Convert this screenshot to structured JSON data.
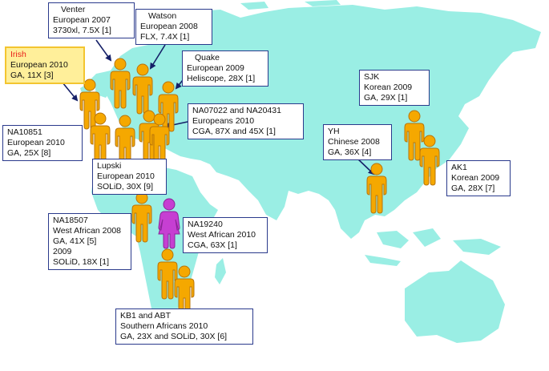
{
  "colors": {
    "ocean": "#ffffff",
    "land": "#9aeee4",
    "male": "#f5a800",
    "male_outline": "#b8740a",
    "female": "#c63fd2",
    "border": "#2a3a8c",
    "arrow": "#152068",
    "highlight_bg": "#ffef9a",
    "highlight_border": "#f3c530",
    "highlight_name": "#e8201a"
  },
  "icons": {
    "male": "person-icon",
    "female": "female-person-icon"
  },
  "genomes": {
    "venter": {
      "name": "Venter",
      "line1": "European 2007",
      "line2": "3730xl, 7.5X [1]"
    },
    "watson": {
      "name": "Watson",
      "line1": "European 2008",
      "line2": "FLX, 7.4X [1]"
    },
    "irish": {
      "name": "Irish",
      "line1": "European 2010",
      "line2": "GA, 11X [3]"
    },
    "quake": {
      "name": "Quake",
      "line1": "European 2009",
      "line2": "Heliscope, 28X [1]"
    },
    "na07022": {
      "name": "NA07022 and NA20431",
      "line1": "Europeans 2010",
      "line2": "CGA, 87X and 45X [1]"
    },
    "na10851": {
      "name": "NA10851",
      "line1": "European 2010",
      "line2": "GA, 25X [8]"
    },
    "lupski": {
      "name": "Lupski",
      "line1": "European 2010",
      "line2": "SOLiD, 30X [9]"
    },
    "sjk": {
      "name": "SJK",
      "line1": "Korean  2009",
      "line2": "GA, 29X [1]"
    },
    "yh": {
      "name": "YH",
      "line1": "Chinese 2008",
      "line2": "GA, 36X [4]"
    },
    "ak1": {
      "name": "AK1",
      "line1": "Korean 2009",
      "line2": "GA, 28X [7]"
    },
    "na18507": {
      "name": "NA18507",
      "line1": "West African 2008",
      "line2": "GA, 41X [5]",
      "line3": "2009",
      "line4": "SOLiD, 18X [1]"
    },
    "na19240": {
      "name": "NA19240",
      "line1": "West African 2010",
      "line2": "CGA, 63X [1]"
    },
    "kb1": {
      "name": "KB1 and ABT",
      "line1": "Southern Africans 2010",
      "line2": "GA, 23X and SOLiD, 30X [6]"
    }
  }
}
